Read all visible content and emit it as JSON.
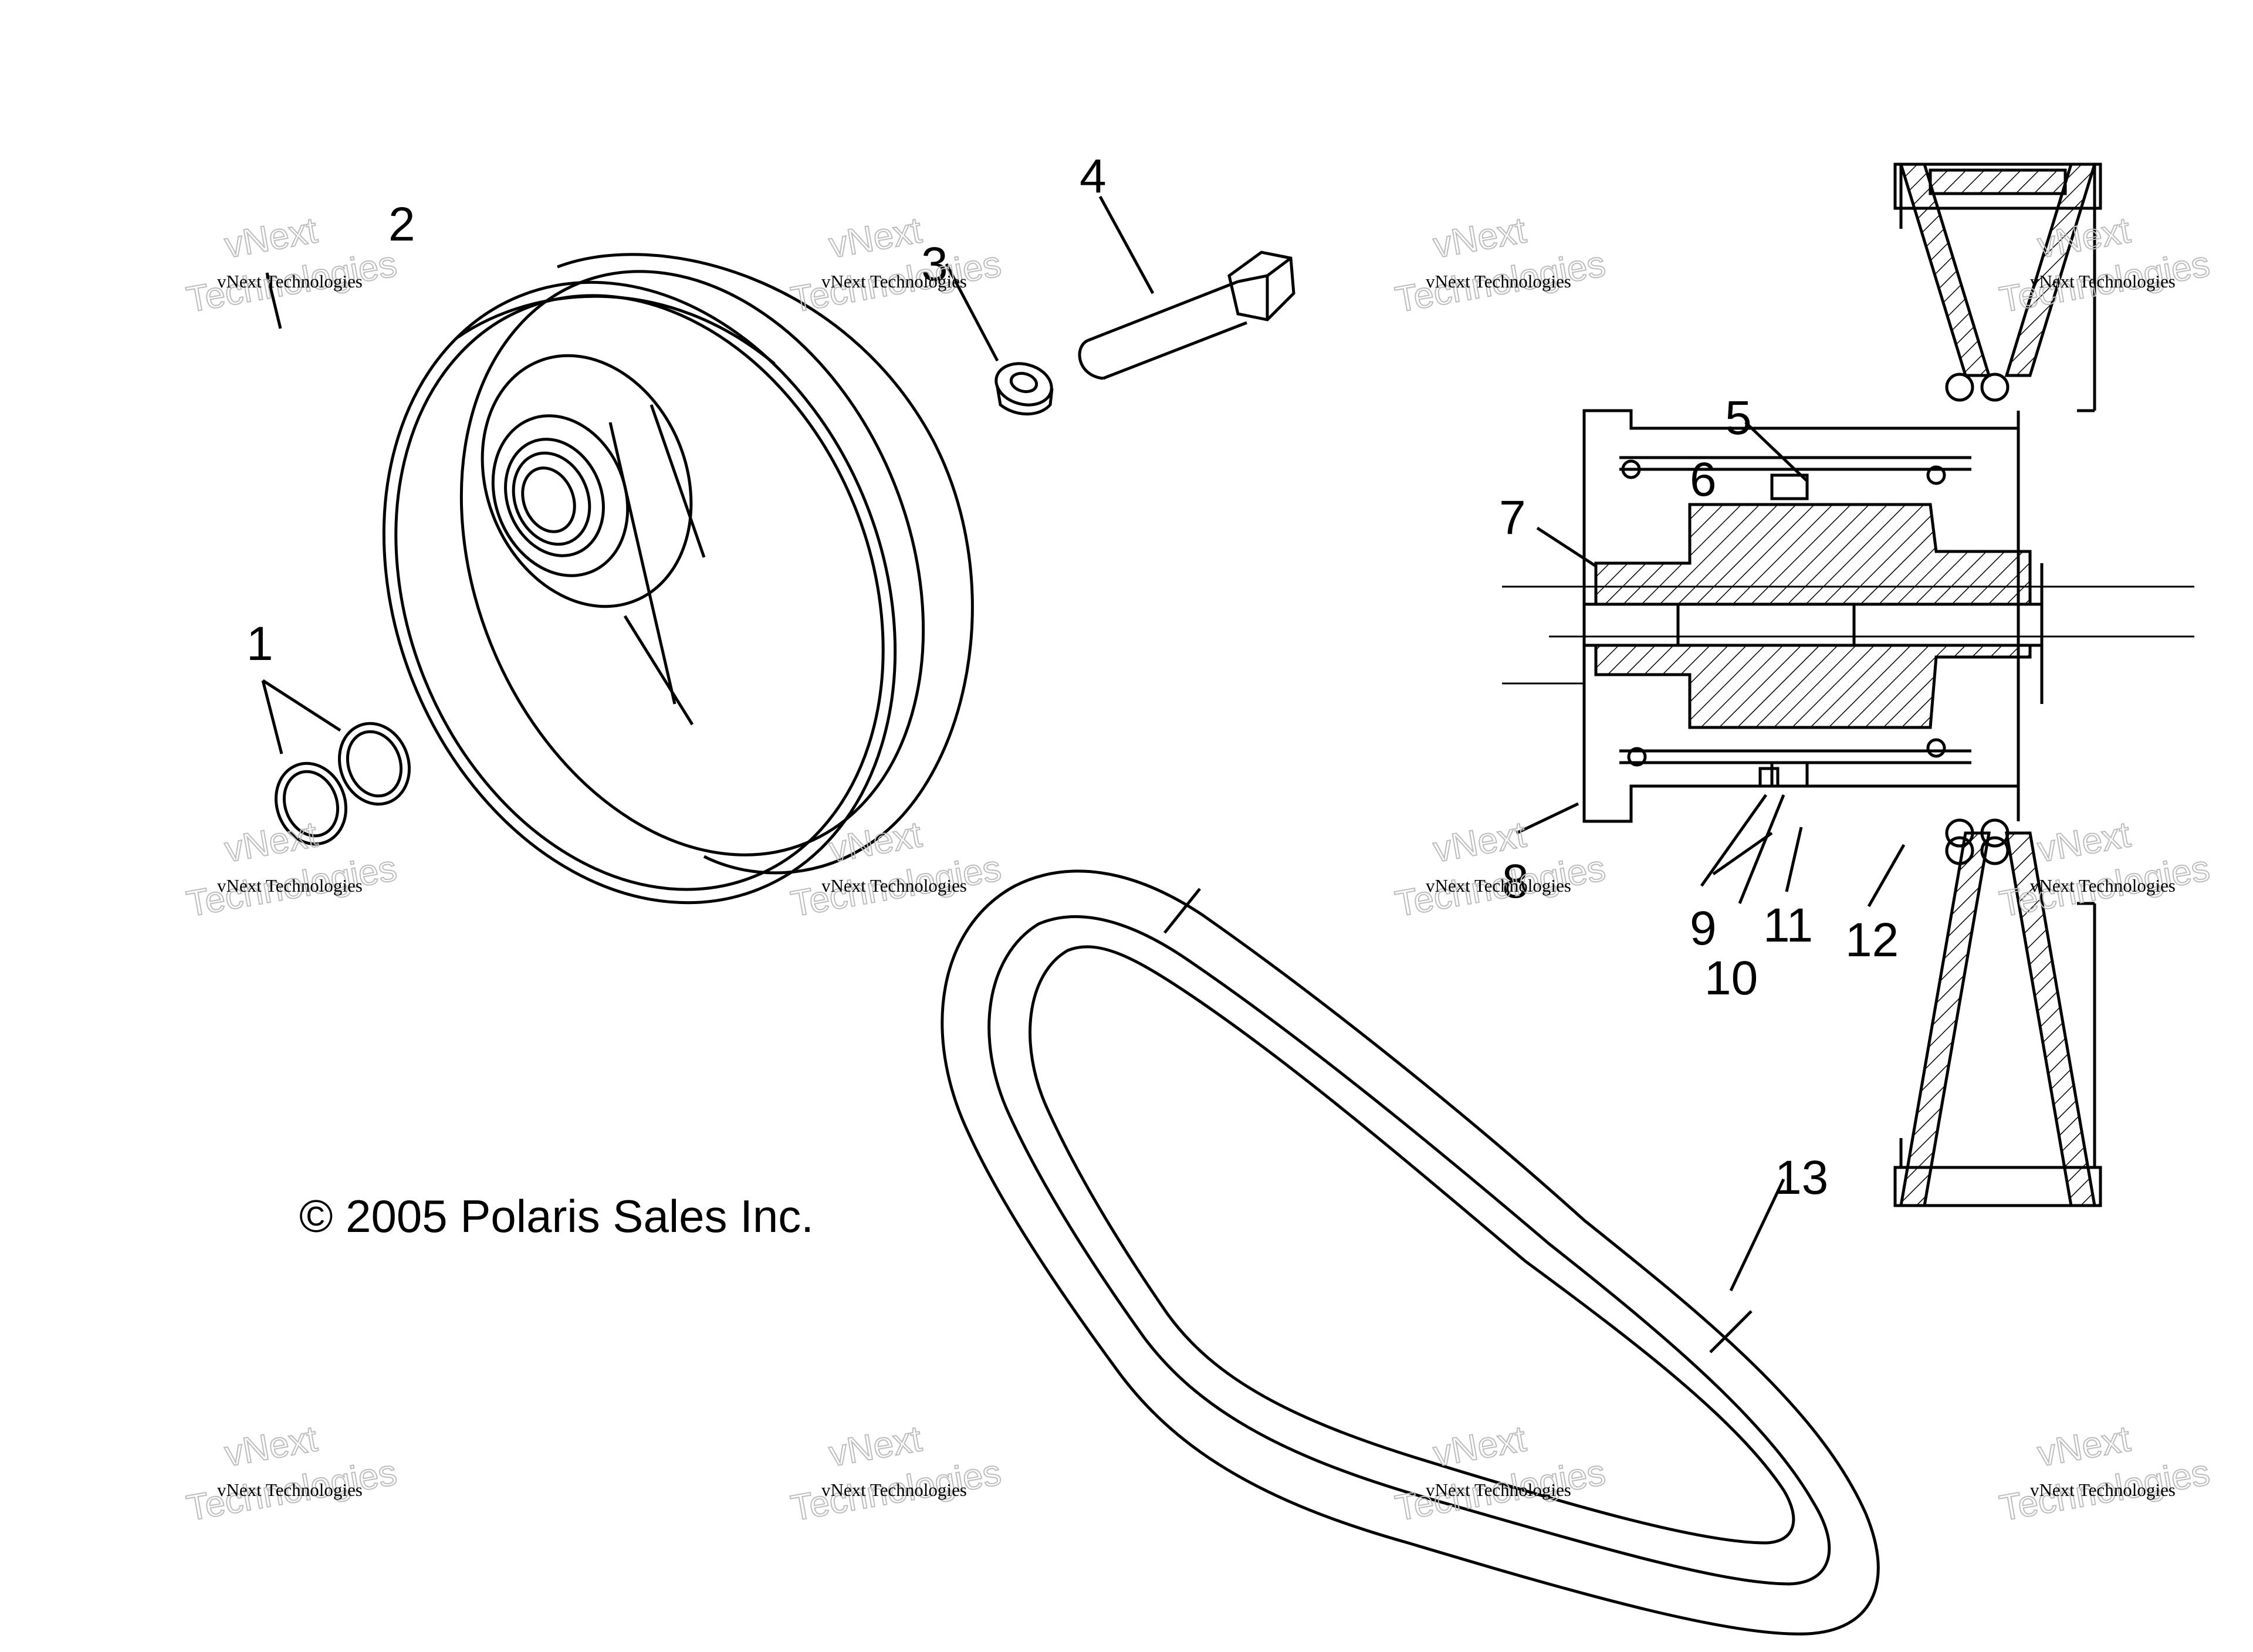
{
  "diagram": {
    "callouts": [
      {
        "id": 1,
        "label": "1"
      },
      {
        "id": 2,
        "label": "2"
      },
      {
        "id": 3,
        "label": "3"
      },
      {
        "id": 4,
        "label": "4"
      },
      {
        "id": 5,
        "label": "5"
      },
      {
        "id": 6,
        "label": "6"
      },
      {
        "id": 7,
        "label": "7"
      },
      {
        "id": 8,
        "label": "8"
      },
      {
        "id": 9,
        "label": "9"
      },
      {
        "id": 10,
        "label": "10"
      },
      {
        "id": 11,
        "label": "11"
      },
      {
        "id": 12,
        "label": "12"
      },
      {
        "id": 13,
        "label": "13"
      }
    ],
    "copyright": "© 2005 Polaris Sales Inc.",
    "watermark": {
      "line1": "vNext Technologies",
      "line2": "vNext",
      "line3": "Technologies"
    }
  }
}
